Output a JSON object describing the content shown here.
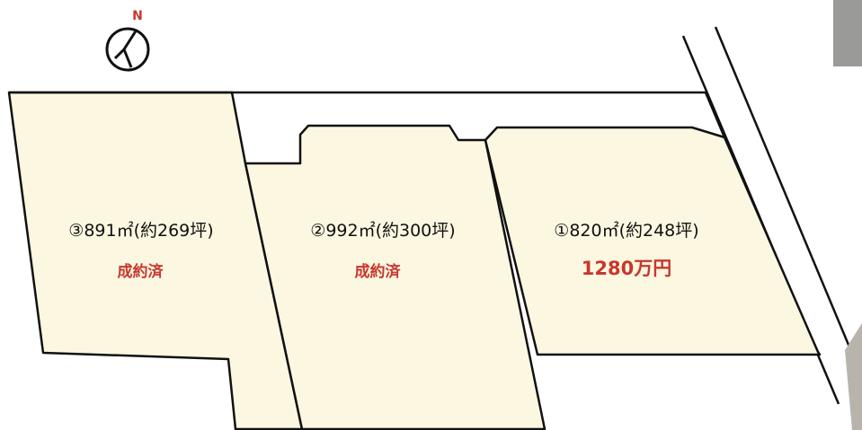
{
  "compass": {
    "label": "N"
  },
  "lots": [
    {
      "size_text": "③891㎡(約269坪)",
      "status": "成約済"
    },
    {
      "size_text": "②992㎡(約300坪)",
      "status": "成約済"
    },
    {
      "size_text": "①820㎡(約248坪)",
      "price": "1280万円"
    }
  ],
  "colors": {
    "lot_fill": "#fbf7e1",
    "boundary": "#111111",
    "sold_text": "#c8372d",
    "price_text": "#c8372d"
  }
}
